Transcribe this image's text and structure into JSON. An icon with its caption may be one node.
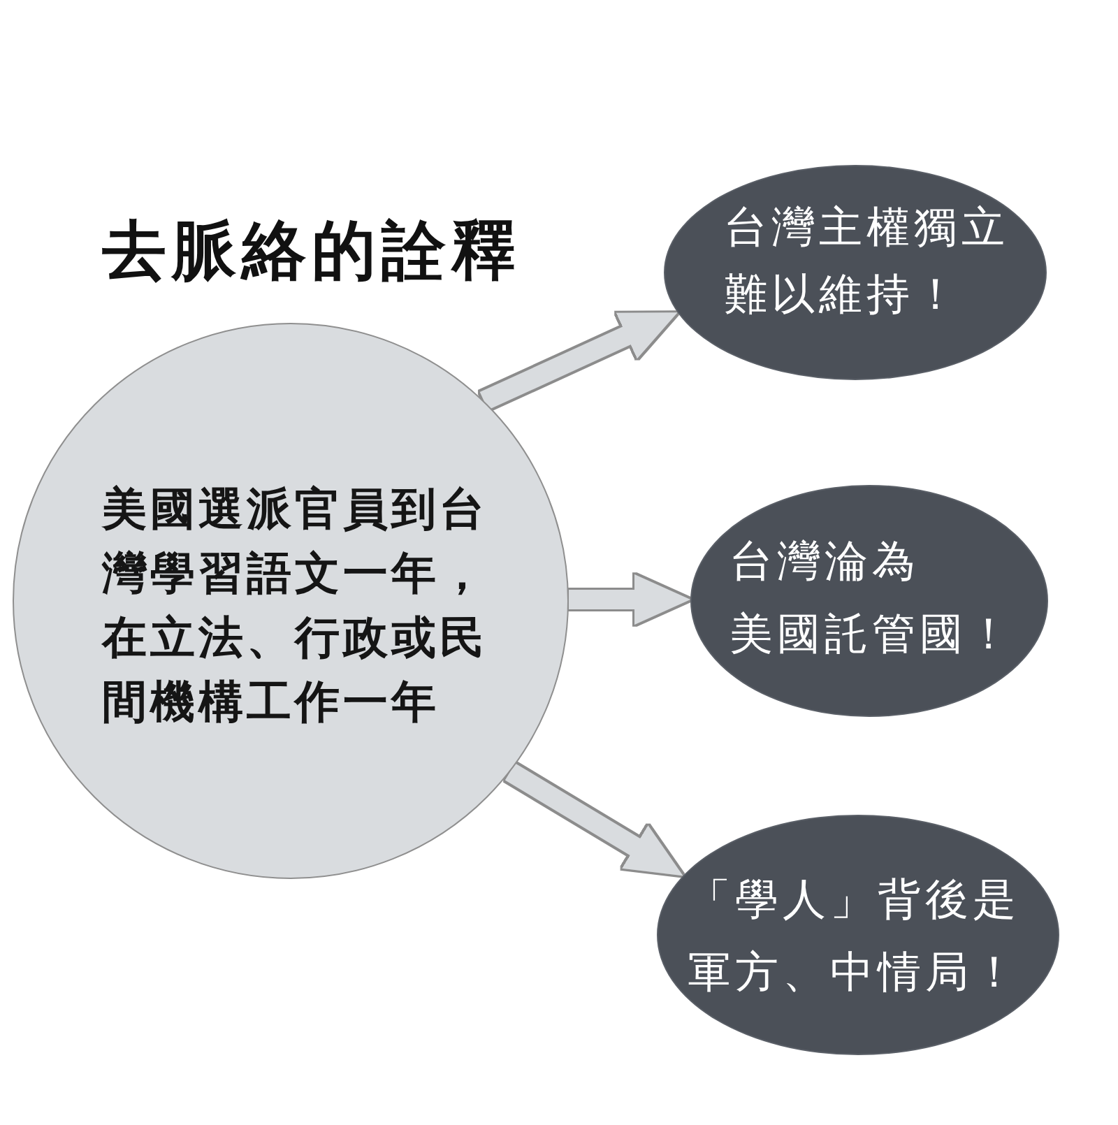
{
  "diagram": {
    "title": "去脈絡的詮釋",
    "nodes": [
      {
        "text": [
          "美國選派官員到台灣學習語文一年，在立法、行政或民間機構工作一年"
        ]
      },
      {
        "text": [
          "台灣主權獨立難以維持！"
        ]
      },
      {
        "text": [
          "台灣淪為美國託管國！"
        ]
      },
      {
        "text": [
          "「學人」背後是軍方、中情局！"
        ]
      }
    ],
    "edges": [
      {
        "from": 0,
        "to": 1,
        "arrow": "to"
      },
      {
        "from": 0,
        "to": 2,
        "arrow": "to"
      },
      {
        "from": 0,
        "to": 3,
        "arrow": "to"
      }
    ]
  }
}
